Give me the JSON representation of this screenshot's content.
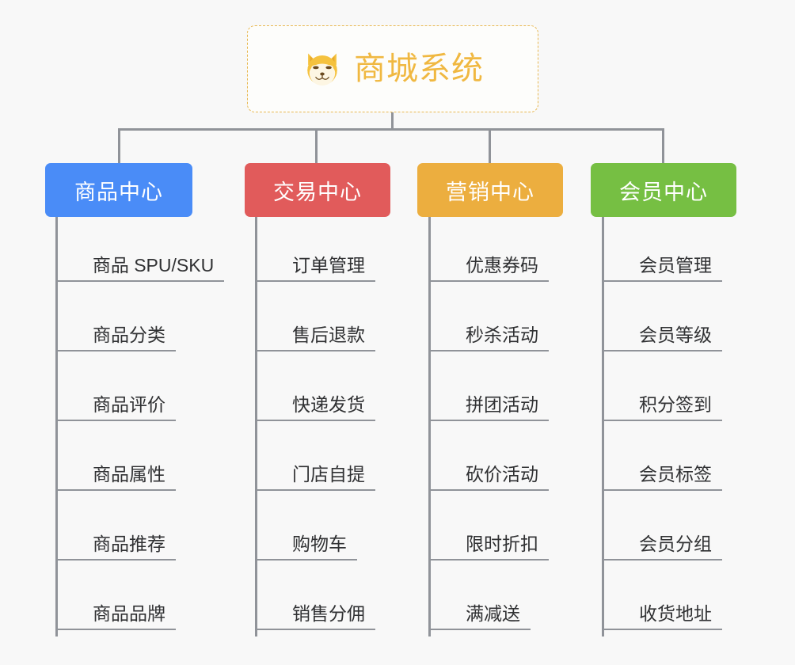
{
  "diagram": {
    "type": "organization-tree",
    "background_color": "#f8f8f8",
    "root": {
      "title": "商城系统",
      "icon": "shiba-dog-face-emoji",
      "text_color": "#f0b841",
      "border_color": "#e8b852",
      "background_color": "#fdfdfb"
    },
    "connector_color": "#909399",
    "columns": [
      {
        "label": "商品中心",
        "color": "#4a8cf7",
        "items": [
          "商品 SPU/SKU",
          "商品分类",
          "商品评价",
          "商品属性",
          "商品推荐",
          "商品品牌"
        ]
      },
      {
        "label": "交易中心",
        "color": "#e15b5b",
        "items": [
          "订单管理",
          "售后退款",
          "快递发货",
          "门店自提",
          "购物车",
          "销售分佣"
        ]
      },
      {
        "label": "营销中心",
        "color": "#ecae3f",
        "items": [
          "优惠券码",
          "秒杀活动",
          "拼团活动",
          "砍价活动",
          "限时折扣",
          "满减送"
        ]
      },
      {
        "label": "会员中心",
        "color": "#76bf43",
        "items": [
          "会员管理",
          "会员等级",
          "积分签到",
          "会员标签",
          "会员分组",
          "收货地址"
        ]
      }
    ]
  }
}
